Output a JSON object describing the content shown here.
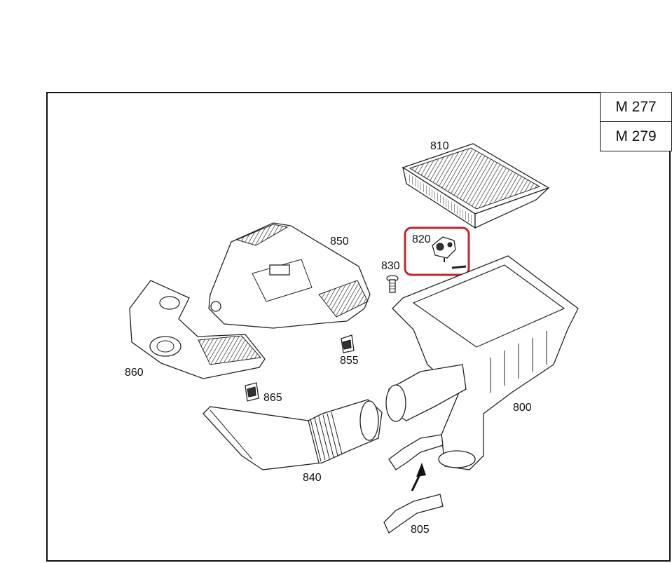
{
  "models": [
    "M 277",
    "M 279"
  ],
  "parts": {
    "p810": "810",
    "p820": "820",
    "p830": "830",
    "p850": "850",
    "p855": "855",
    "p860": "860",
    "p865": "865",
    "p840": "840",
    "p800": "800",
    "p805": "805"
  },
  "colors": {
    "highlight": "#c0272d",
    "line": "#222222"
  }
}
